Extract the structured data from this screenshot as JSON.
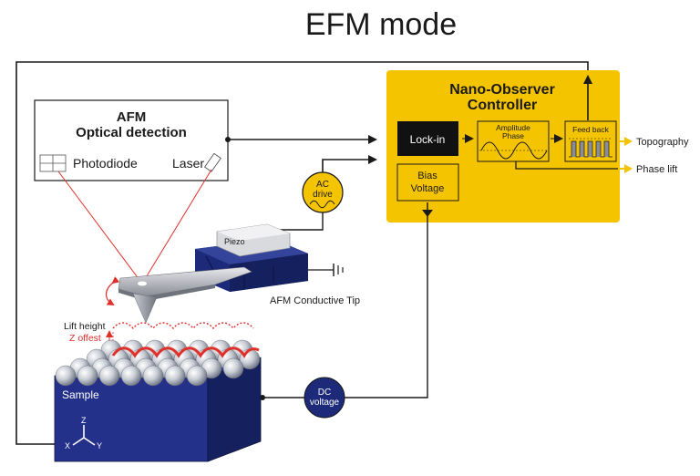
{
  "title": "EFM mode",
  "afm_box": {
    "title_line1": "AFM",
    "title_line2": "Optical detection",
    "photodiode": "Photodiode",
    "laser": "Laser"
  },
  "controller": {
    "title_line1": "Nano-Observer",
    "title_line2": "Controller",
    "lockin": "Lock-in",
    "amp_phase_line1": "Amplitude",
    "amp_phase_line2": "Phase",
    "feedback": "Feed back",
    "bias_line1": "Bias",
    "bias_line2": "Voltage",
    "topography": "Topography",
    "phase_lift": "Phase lift"
  },
  "ac_drive": {
    "line1": "AC",
    "line2": "drive"
  },
  "dc_voltage": {
    "line1": "DC",
    "line2": "voltage"
  },
  "piezo": "Piezo",
  "tip_label": "AFM Conductive Tip",
  "lift_height": "Lift height",
  "z_offset": "Z offest",
  "sample": "Sample",
  "axes": {
    "z": "Z",
    "x": "X",
    "y": "Y"
  },
  "colors": {
    "controller_yellow": "#f5c400",
    "navy": "#1d2a7a",
    "laser_red": "#e0302a",
    "arrow_yellow": "#f5c400"
  }
}
